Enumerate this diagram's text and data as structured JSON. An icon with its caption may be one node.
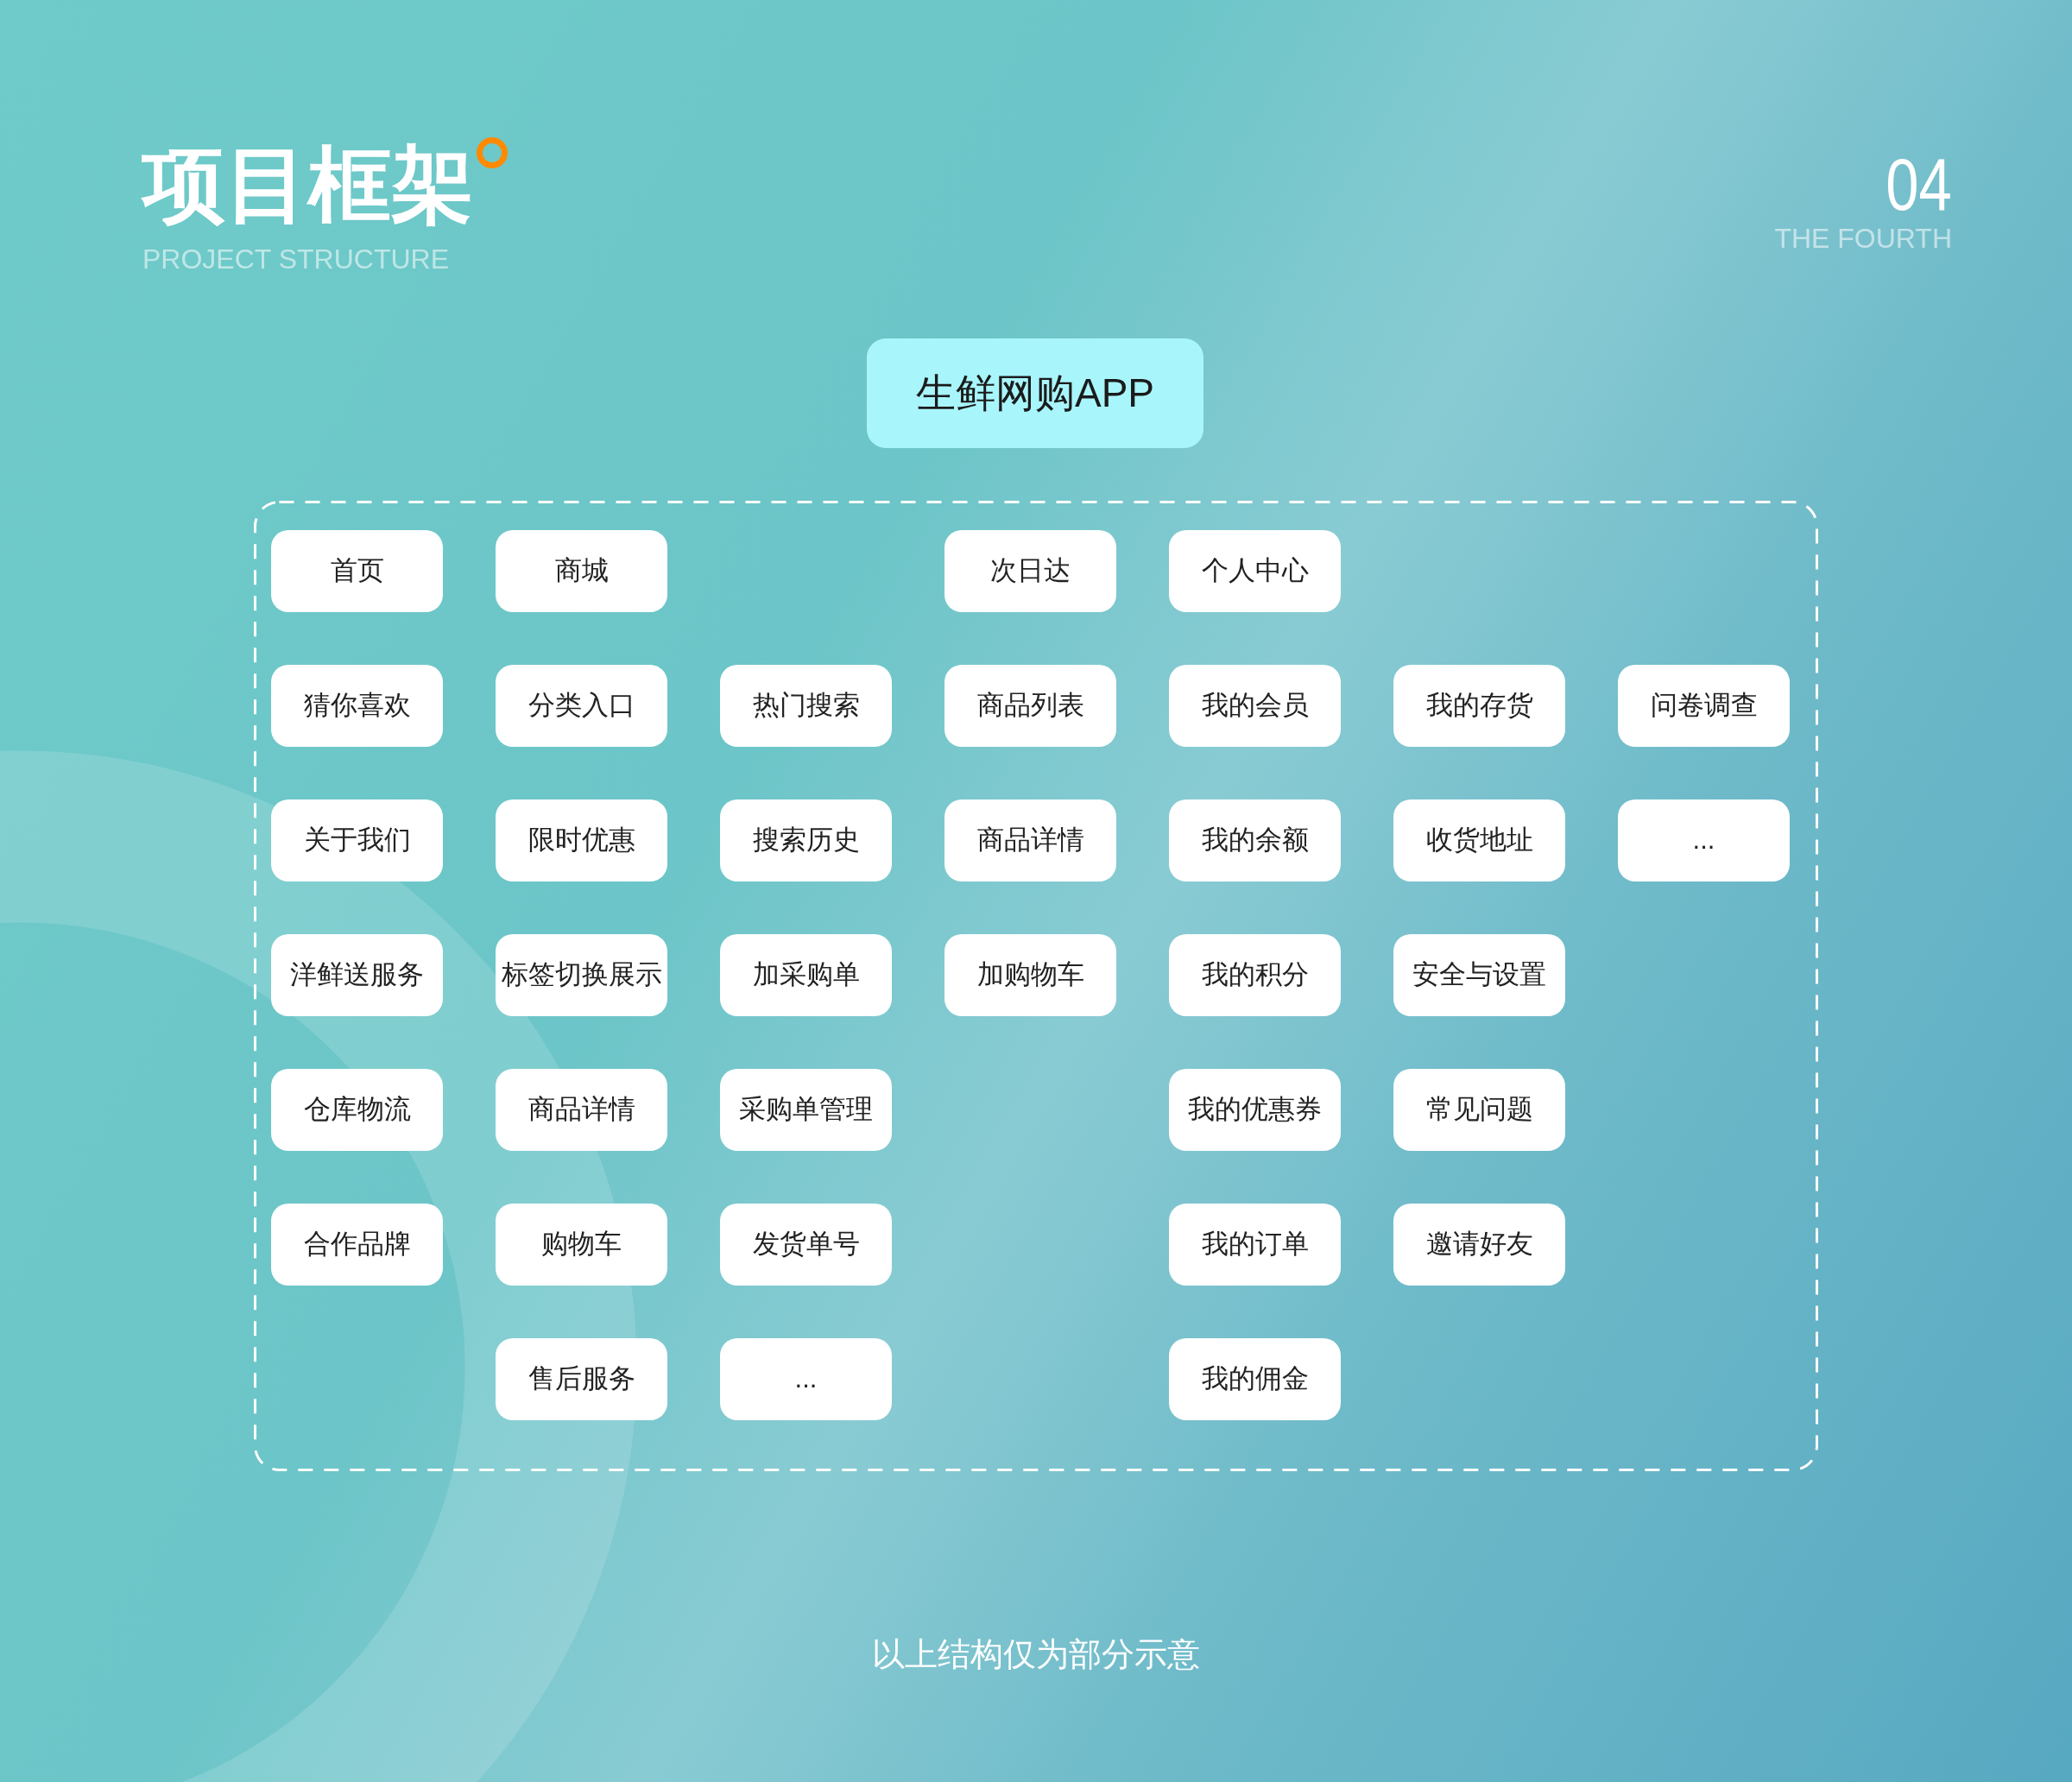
{
  "diagram": {
    "title": "项目框架",
    "caption": "以上结构仅为部分示意",
    "nodes": [
      {
        "text": [
          "生鲜网购APP"
        ]
      },
      {
        "text": [],
        "shape": "box"
      },
      {
        "text": [
          "首页"
        ],
        "in": 1
      },
      {
        "text": [
          "商城"
        ],
        "in": 1
      },
      {
        "text": [
          "次日达"
        ],
        "in": 1
      },
      {
        "text": [
          "个人中心"
        ],
        "in": 1
      },
      {
        "text": [
          "猜你喜欢"
        ],
        "in": 1
      },
      {
        "text": [
          "分类入口"
        ],
        "in": 1
      },
      {
        "text": [
          "热门搜索"
        ],
        "in": 1
      },
      {
        "text": [
          "商品列表"
        ],
        "in": 1
      },
      {
        "text": [
          "我的会员"
        ],
        "in": 1
      },
      {
        "text": [
          "我的存货"
        ],
        "in": 1
      },
      {
        "text": [
          "问卷调查"
        ],
        "in": 1
      },
      {
        "text": [
          "关于我们"
        ],
        "in": 1
      },
      {
        "text": [
          "限时优惠"
        ],
        "in": 1
      },
      {
        "text": [
          "搜索历史"
        ],
        "in": 1
      },
      {
        "text": [
          "商品详情"
        ],
        "in": 1
      },
      {
        "text": [
          "我的余额"
        ],
        "in": 1
      },
      {
        "text": [
          "收货地址"
        ],
        "in": 1
      },
      {
        "text": [
          "..."
        ],
        "in": 1
      },
      {
        "text": [
          "洋鲜送服务"
        ],
        "in": 1
      },
      {
        "text": [
          "标签切换展示"
        ],
        "in": 1
      },
      {
        "text": [
          "加采购单"
        ],
        "in": 1
      },
      {
        "text": [
          "加购物车"
        ],
        "in": 1
      },
      {
        "text": [
          "我的积分"
        ],
        "in": 1
      },
      {
        "text": [
          "安全与设置"
        ],
        "in": 1
      },
      {
        "text": [
          "仓库物流"
        ],
        "in": 1
      },
      {
        "text": [
          "商品详情"
        ],
        "in": 1
      },
      {
        "text": [
          "采购单管理"
        ],
        "in": 1
      },
      {
        "text": [
          "我的优惠券"
        ],
        "in": 1
      },
      {
        "text": [
          "常见问题"
        ],
        "in": 1
      },
      {
        "text": [
          "合作品牌"
        ],
        "in": 1
      },
      {
        "text": [
          "购物车"
        ],
        "in": 1
      },
      {
        "text": [
          "发货单号"
        ],
        "in": 1
      },
      {
        "text": [
          "我的订单"
        ],
        "in": 1
      },
      {
        "text": [
          "邀请好友"
        ],
        "in": 1
      },
      {
        "text": [
          "售后服务"
        ],
        "in": 1
      },
      {
        "text": [
          "..."
        ],
        "in": 1
      },
      {
        "text": [
          "我的佣金"
        ],
        "in": 1
      }
    ],
    "labels": [
      "PROJECT STRUCTURE",
      "04",
      "THE FOURTH"
    ]
  }
}
